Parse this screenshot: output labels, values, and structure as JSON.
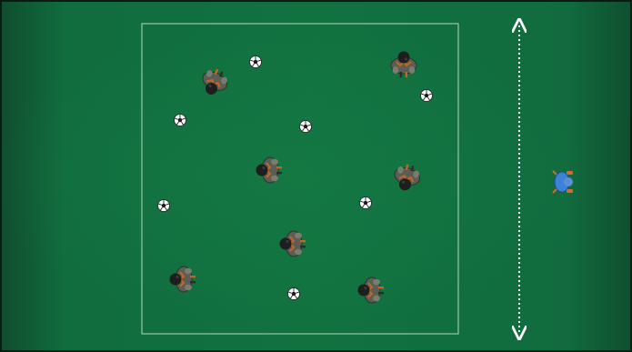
{
  "drill": {
    "grid": {
      "line_color": "#b7d8c2"
    },
    "balls": [
      {
        "id": "ball-1"
      },
      {
        "id": "ball-2"
      },
      {
        "id": "ball-3"
      },
      {
        "id": "ball-4"
      },
      {
        "id": "ball-5"
      },
      {
        "id": "ball-6"
      },
      {
        "id": "ball-7"
      },
      {
        "id": "ball-8"
      }
    ],
    "players": [
      {
        "id": "player-1",
        "facing": "down"
      },
      {
        "id": "player-2",
        "facing": "up"
      },
      {
        "id": "player-3",
        "facing": "left"
      },
      {
        "id": "player-4",
        "facing": "down"
      },
      {
        "id": "player-5",
        "facing": "left"
      },
      {
        "id": "player-6",
        "facing": "left"
      },
      {
        "id": "player-7",
        "facing": "left"
      }
    ],
    "coach": {
      "jersey_color": "#3b82d8",
      "accent_color": "#e0662a"
    },
    "run_line": {
      "style": "dotted",
      "arrowheads": "both",
      "color": "#ffffff"
    },
    "colors": {
      "pitch": "#117240",
      "player_body": "#5c5e55",
      "player_head": "#1e1e1e",
      "player_accent": "#c9641f",
      "ball": "#ffffff"
    }
  }
}
